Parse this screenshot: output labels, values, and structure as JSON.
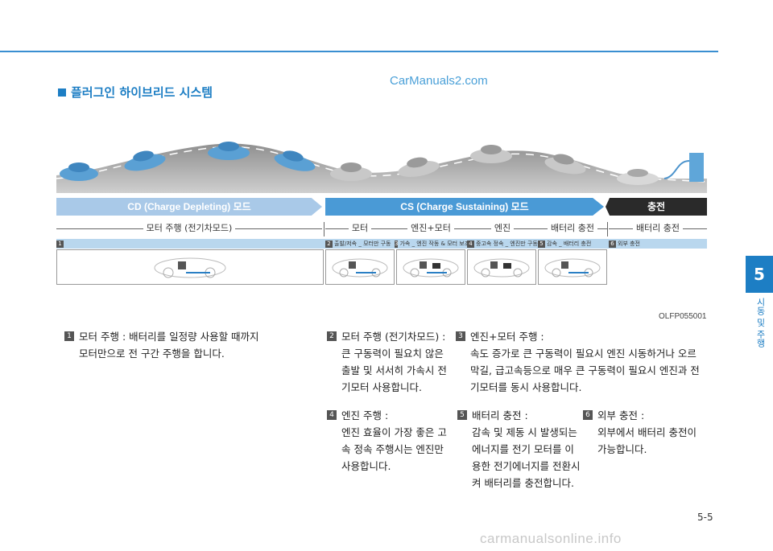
{
  "watermark_top": "CarManuals2.com",
  "section_title": "플러그인 하이브리드 시스템",
  "bands": {
    "cd": "CD (Charge Depleting) 모드",
    "cs": "CS (Charge Sustaining) 모드",
    "charge": "충전"
  },
  "modes": [
    "모터 주행 (전기차모드)",
    "모터",
    "엔진+모터",
    "엔진",
    "배터리 충전",
    "배터리 충전"
  ],
  "steps": [
    {
      "n": "1",
      "label": ""
    },
    {
      "n": "2",
      "label": "출발/저속 _ 모터만 구동"
    },
    {
      "n": "3",
      "label": "가속 _ 엔진 작동 & 모터 보조"
    },
    {
      "n": "4",
      "label": "중고속 정속 _ 엔진만 구동"
    },
    {
      "n": "5",
      "label": "감속 _ 배터리 충전"
    },
    {
      "n": "6",
      "label": "외부 충전"
    }
  ],
  "caption": "OLFP055001",
  "items": [
    {
      "n": "1",
      "head": "모터 주행 : 배터리를 일정량 사용할 때까지",
      "body": [
        "모터만으로 전 구간 주행을 합니다."
      ]
    },
    {
      "n": "2",
      "head": "모터 주행 (전기차모드) :",
      "body": [
        "큰 구동력이 필요치 않은",
        "출발 및 서서히 가속시 전",
        "기모터 사용합니다."
      ]
    },
    {
      "n": "3",
      "head": "엔진+모터 주행 :",
      "body": [
        "속도 증가로 큰 구동력이 필요시 엔진 시동하거나 오르",
        "막길, 급고속등으로 매우 큰 구동력이 필요시 엔진과 전",
        "기모터를 동시 사용합니다."
      ]
    },
    {
      "n": "4",
      "head": "엔진 주행 :",
      "body": [
        "엔진 효율이 가장 좋은 고",
        "속 정속 주행시는 엔진만",
        "사용합니다."
      ]
    },
    {
      "n": "5",
      "head": "배터리 충전 :",
      "body": [
        "감속 및 제동 시 발생되는",
        "에너지를 전기 모터를 이",
        "용한 전기에너지를 전환시",
        "켜 배터리를 충전합니다."
      ]
    },
    {
      "n": "6",
      "head": "외부 충전 :",
      "body": [
        "외부에서 배터리 충전이",
        "가능합니다."
      ]
    }
  ],
  "side_tab": "5",
  "side_label": "시동 및 주행",
  "page_number": "5-5",
  "watermark_bottom": "carmanualsonline.info"
}
